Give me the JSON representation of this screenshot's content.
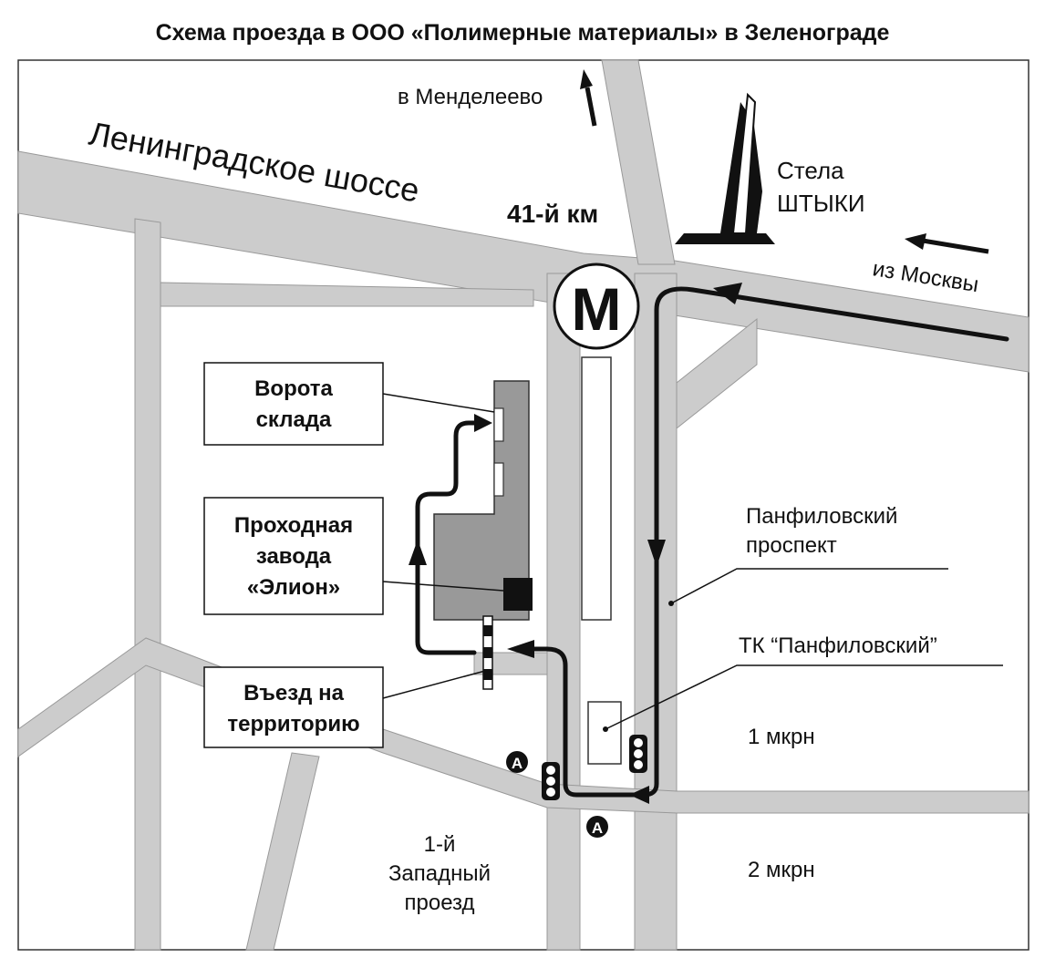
{
  "title": "Схема проезда в ООО «Полимерные материалы» в Зеленограде",
  "roads": {
    "leningradskoe": "Ленинградское шоссе",
    "km41": "41-й км",
    "to_mendeleevo": "в Менделеево",
    "from_moscow": "из Москвы",
    "panfilovsky_line1": "Панфиловский",
    "panfilovsky_line2": "проспект",
    "west_line1": "1-й",
    "west_line2": "Западный",
    "west_line3": "проезд"
  },
  "landmarks": {
    "stela_line1": "Стела",
    "stela_line2": "ШТЫКИ",
    "mcdonalds_symbol": "M",
    "tk": "ТК “Панфиловский”",
    "mkrn1": "1 мкрн",
    "mkrn2": "2 мкрн",
    "bus_stop_letter": "A"
  },
  "boxes": {
    "gates_line1": "Ворота",
    "gates_line2": "склада",
    "checkpoint_line1": "Проходная",
    "checkpoint_line2": "завода",
    "checkpoint_line3": "«Элион»",
    "entry_line1": "Въезд на",
    "entry_line2": "территорию"
  },
  "colors": {
    "road": "#cccccc",
    "building": "#999999",
    "route": "#111111"
  }
}
